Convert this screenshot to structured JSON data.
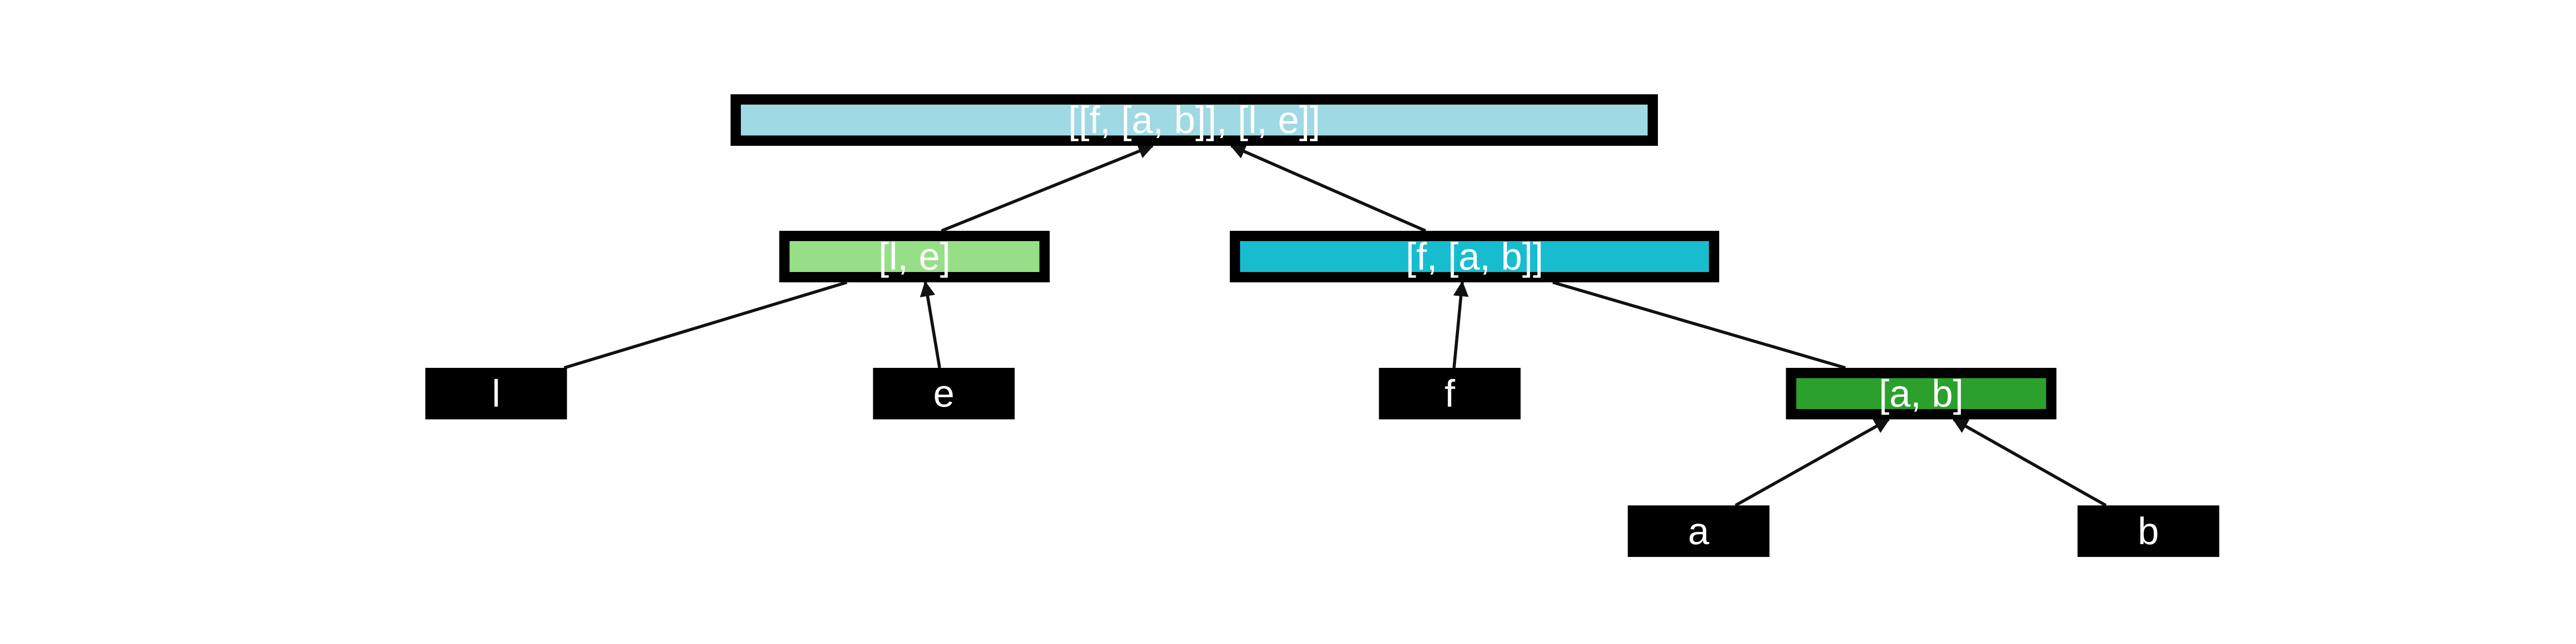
{
  "colors": {
    "background": "#ffffff",
    "node_border": "#000000",
    "edge": "#111111",
    "label": "#ffffff"
  },
  "nodes": [
    {
      "id": "root",
      "label": "[[f, [a, b]], [l, e]]",
      "fill": "#9fd9e3",
      "border": true
    },
    {
      "id": "le",
      "label": "[l, e]",
      "fill": "#97df87",
      "border": true
    },
    {
      "id": "fab",
      "label": "[f, [a, b]]",
      "fill": "#17bdcf",
      "border": true
    },
    {
      "id": "ab",
      "label": "[a, b]",
      "fill": "#2ca02c",
      "border": true
    },
    {
      "id": "l",
      "label": "l",
      "fill": "#000000",
      "border": false
    },
    {
      "id": "e",
      "label": "e",
      "fill": "#000000",
      "border": false
    },
    {
      "id": "f",
      "label": "f",
      "fill": "#000000",
      "border": false
    },
    {
      "id": "a",
      "label": "a",
      "fill": "#000000",
      "border": false
    },
    {
      "id": "b",
      "label": "b",
      "fill": "#000000",
      "border": false
    }
  ],
  "edges": [
    {
      "from": "le",
      "to": "root"
    },
    {
      "from": "fab",
      "to": "root"
    },
    {
      "from": "l",
      "to": "le"
    },
    {
      "from": "e",
      "to": "le"
    },
    {
      "from": "f",
      "to": "fab"
    },
    {
      "from": "ab",
      "to": "fab"
    },
    {
      "from": "a",
      "to": "ab"
    },
    {
      "from": "b",
      "to": "ab"
    }
  ]
}
